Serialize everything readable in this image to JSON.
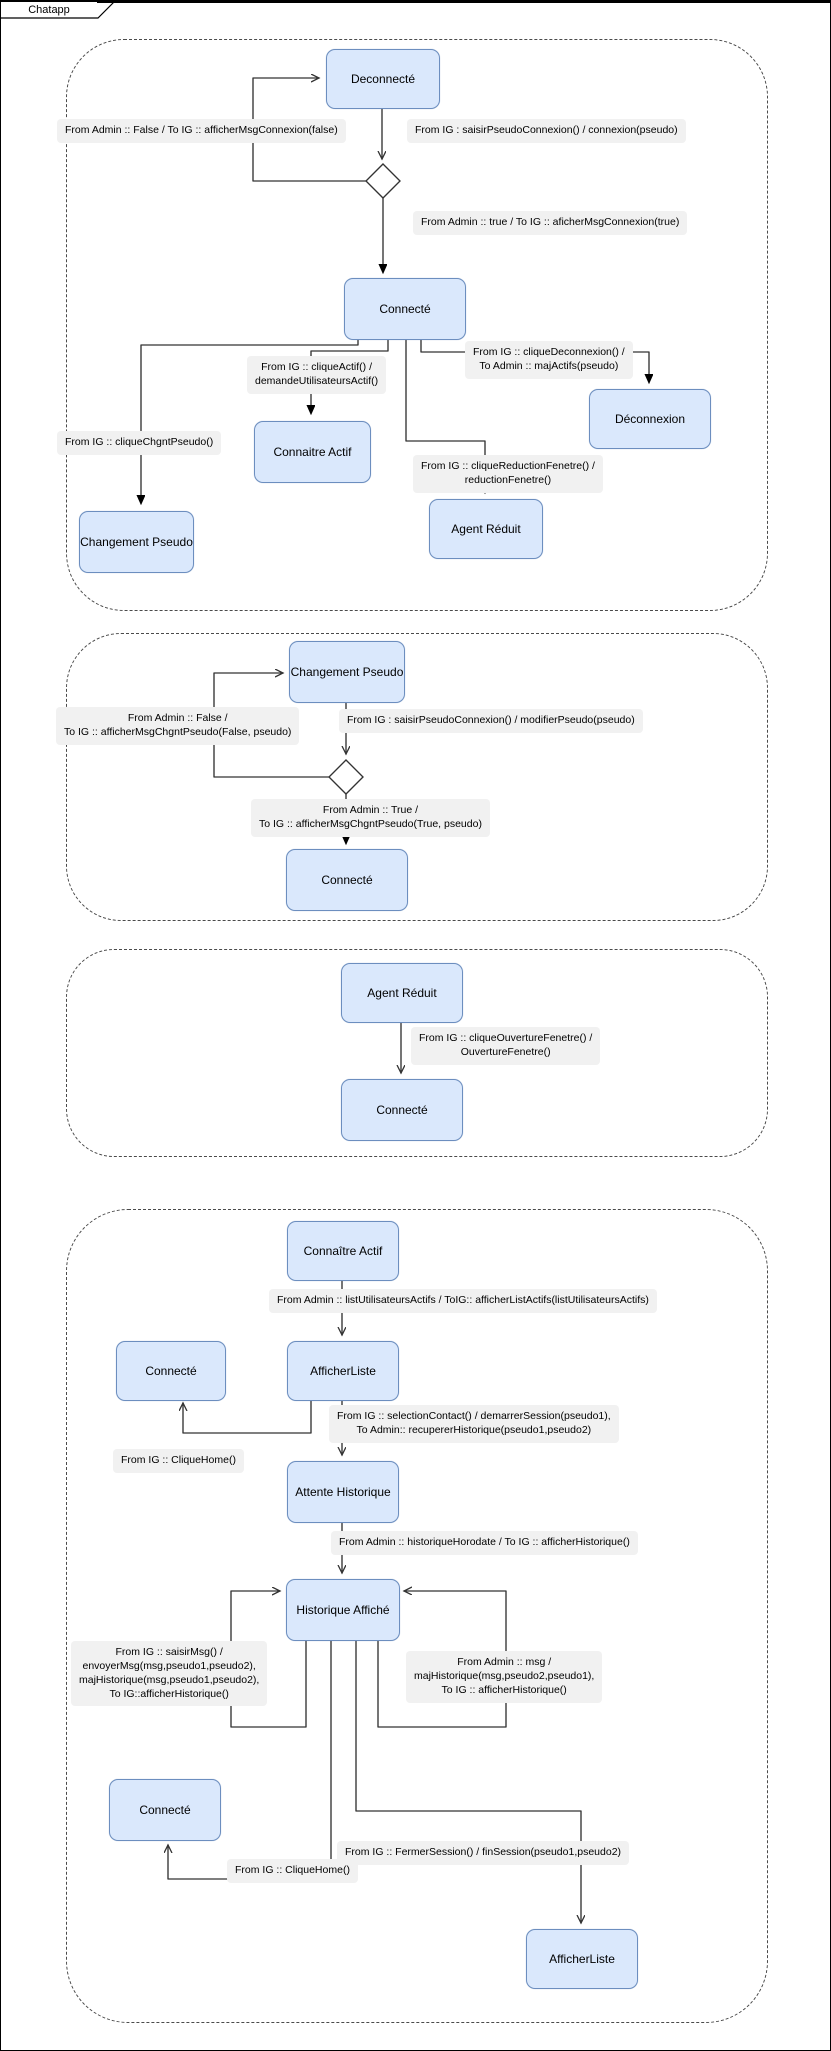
{
  "window": {
    "title": "Chatapp"
  },
  "colors": {
    "state_fill": "#dae8fc",
    "state_border": "#6c8ebf",
    "label_bg": "#f1f1f1",
    "line": "#333333"
  },
  "sections": [
    {
      "states": {
        "deconnecte": "Deconnecté",
        "connecte": "Connecté",
        "deconnexion": "Déconnexion",
        "connaitre_actif": "Connaitre Actif",
        "changement_pseudo": "Changement Pseudo",
        "agent_reduit": "Agent Réduit"
      },
      "transitions": {
        "admin_false": "From Admin :: False  / To IG :: afficherMsgConnexion(false)",
        "saisir_pseudo": "From IG : saisirPseudoConnexion() / connexion(pseudo)",
        "admin_true": "From Admin :: true  / To IG :: aficherMsgConnexion(true)",
        "clique_actif": "From IG :: cliqueActif() /\ndemandeUtilisateursActif()",
        "clique_deconnexion": "From IG :: cliqueDeconnexion() /\nTo Admin :: majActifs(pseudo)",
        "clique_chgnt_pseudo": "From IG :: cliqueChgntPseudo()",
        "clique_reduction": "From IG :: cliqueReductionFenetre() /\nreductionFenetre()"
      }
    },
    {
      "states": {
        "changement_pseudo": "Changement Pseudo",
        "connecte": "Connecté"
      },
      "transitions": {
        "admin_false": "From Admin :: False /\nTo IG :: afficherMsgChgntPseudo(False, pseudo)",
        "saisir_pseudo": "From IG : saisirPseudoConnexion() / modifierPseudo(pseudo)",
        "admin_true": "From Admin :: True /\nTo IG :: afficherMsgChgntPseudo(True, pseudo)"
      }
    },
    {
      "states": {
        "agent_reduit": "Agent Réduit",
        "connecte": "Connecté"
      },
      "transitions": {
        "clique_ouverture": "From IG :: cliqueOuvertureFenetre() /\nOuvertureFenetre()"
      }
    },
    {
      "states": {
        "connaitre_actif": "Connaître Actif",
        "connecte_haut": "Connecté",
        "afficher_liste": "AfficherListe",
        "attente_historique": "Attente Historique",
        "historique_affiche": "Historique Affiché",
        "connecte_bas": "Connecté",
        "afficher_liste_bas": "AfficherListe"
      },
      "transitions": {
        "list_actifs": "From Admin :: listUtilisateursActifs / ToIG:: afficherListActifs(listUtilisateursActifs)",
        "selection_contact": "From IG :: selectionContact() / demarrerSession(pseudo1),\nTo Admin:: recupererHistorique(pseudo1,pseudo2)",
        "clique_home_haut": "From IG :: CliqueHome()",
        "historique_horodate": "From Admin :: historiqueHorodate / To IG :: afficherHistorique()",
        "saisir_msg": "From IG :: saisirMsg() /\nenvoyerMsg(msg,pseudo1,pseudo2),\nmajHistorique(msg,pseudo1,pseudo2),\nTo IG::afficherHistorique()",
        "admin_msg": "From Admin :: msg /\nmajHistorique(msg,pseudo2,pseudo1),\nTo IG :: afficherHistorique()",
        "clique_home_bas": "From IG :: CliqueHome()",
        "fermer_session": "From IG :: FermerSession() / finSession(pseudo1,pseudo2)"
      }
    }
  ]
}
